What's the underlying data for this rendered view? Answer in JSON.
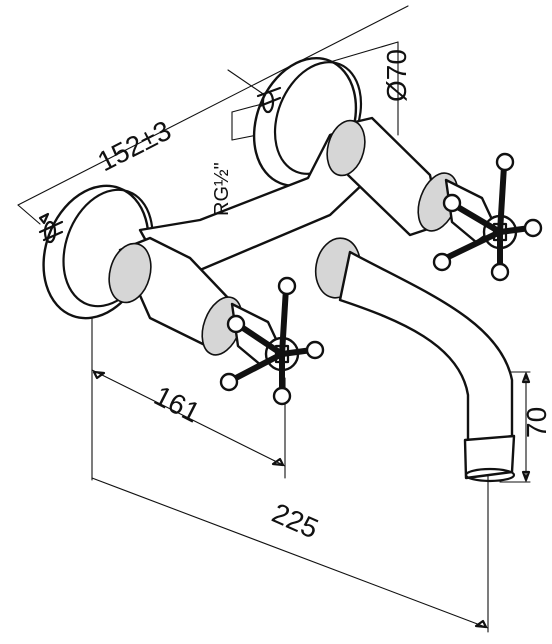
{
  "dimensions": {
    "centres": "152±3",
    "flange_diameter": "Ø70",
    "thread": "RG½\"",
    "depth_short": "161",
    "depth_long": "225",
    "spout_height": "70"
  },
  "colors": {
    "line": "#111111",
    "background": "#ffffff",
    "fill": "#d6d6d6"
  }
}
